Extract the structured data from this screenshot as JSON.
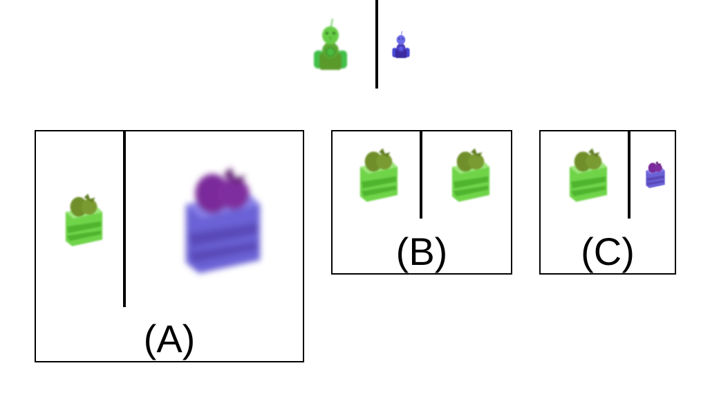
{
  "options": [
    {
      "label": "(A)"
    },
    {
      "label": "(B)"
    },
    {
      "label": "(C)"
    }
  ],
  "icons": {
    "reference_large": "green-bird-car-icon",
    "reference_small": "blue-bird-car-icon",
    "cake_green": "green-strawberry-cake-icon",
    "cake_purple": "purple-strawberry-cake-icon"
  },
  "colors": {
    "green_cake_body": "#7ed957",
    "green_cake_stripe": "#5cc23a",
    "green_cake_top": "#6f8f2a",
    "purple_cake_body": "#6a5acd",
    "purple_cake_stripe": "#5a4ab8",
    "purple_cake_top": "#7a2a9a",
    "bird_green": "#4cbb3c",
    "bird_blue": "#4a4ad6"
  }
}
